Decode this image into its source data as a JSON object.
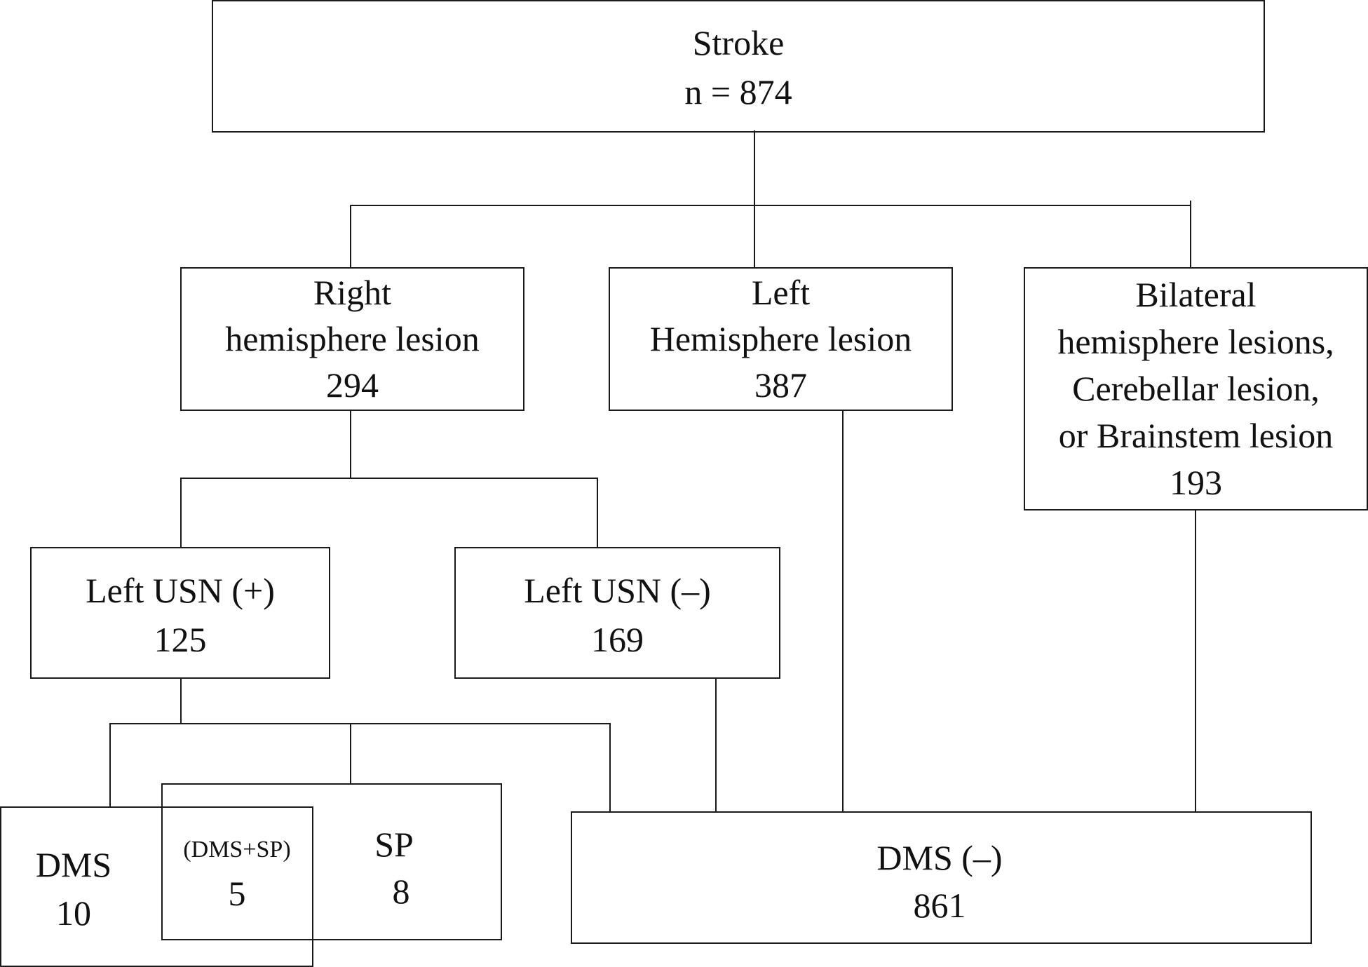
{
  "nodes": {
    "stroke": {
      "label": "Stroke",
      "count": "n = 874"
    },
    "right": {
      "line1": "Right",
      "line2": "hemisphere lesion",
      "count": "294"
    },
    "left": {
      "line1": "Left",
      "line2": "Hemisphere lesion",
      "count": "387"
    },
    "other": {
      "line1": "Bilateral",
      "line2": "hemisphere lesions,",
      "line3": "Cerebellar lesion,",
      "line4": "or Brainstem lesion",
      "count": "193"
    },
    "usn_pos": {
      "label": "Left USN (+)",
      "count": "125"
    },
    "usn_neg": {
      "label": "Left USN (–)",
      "count": "169"
    },
    "dms": {
      "label": "DMS",
      "count": "10"
    },
    "overlap": {
      "label": "(DMS+SP)",
      "count": "5"
    },
    "sp": {
      "label": "SP",
      "count": "8"
    },
    "dms_neg": {
      "label": "DMS (–)",
      "count": "861"
    }
  }
}
